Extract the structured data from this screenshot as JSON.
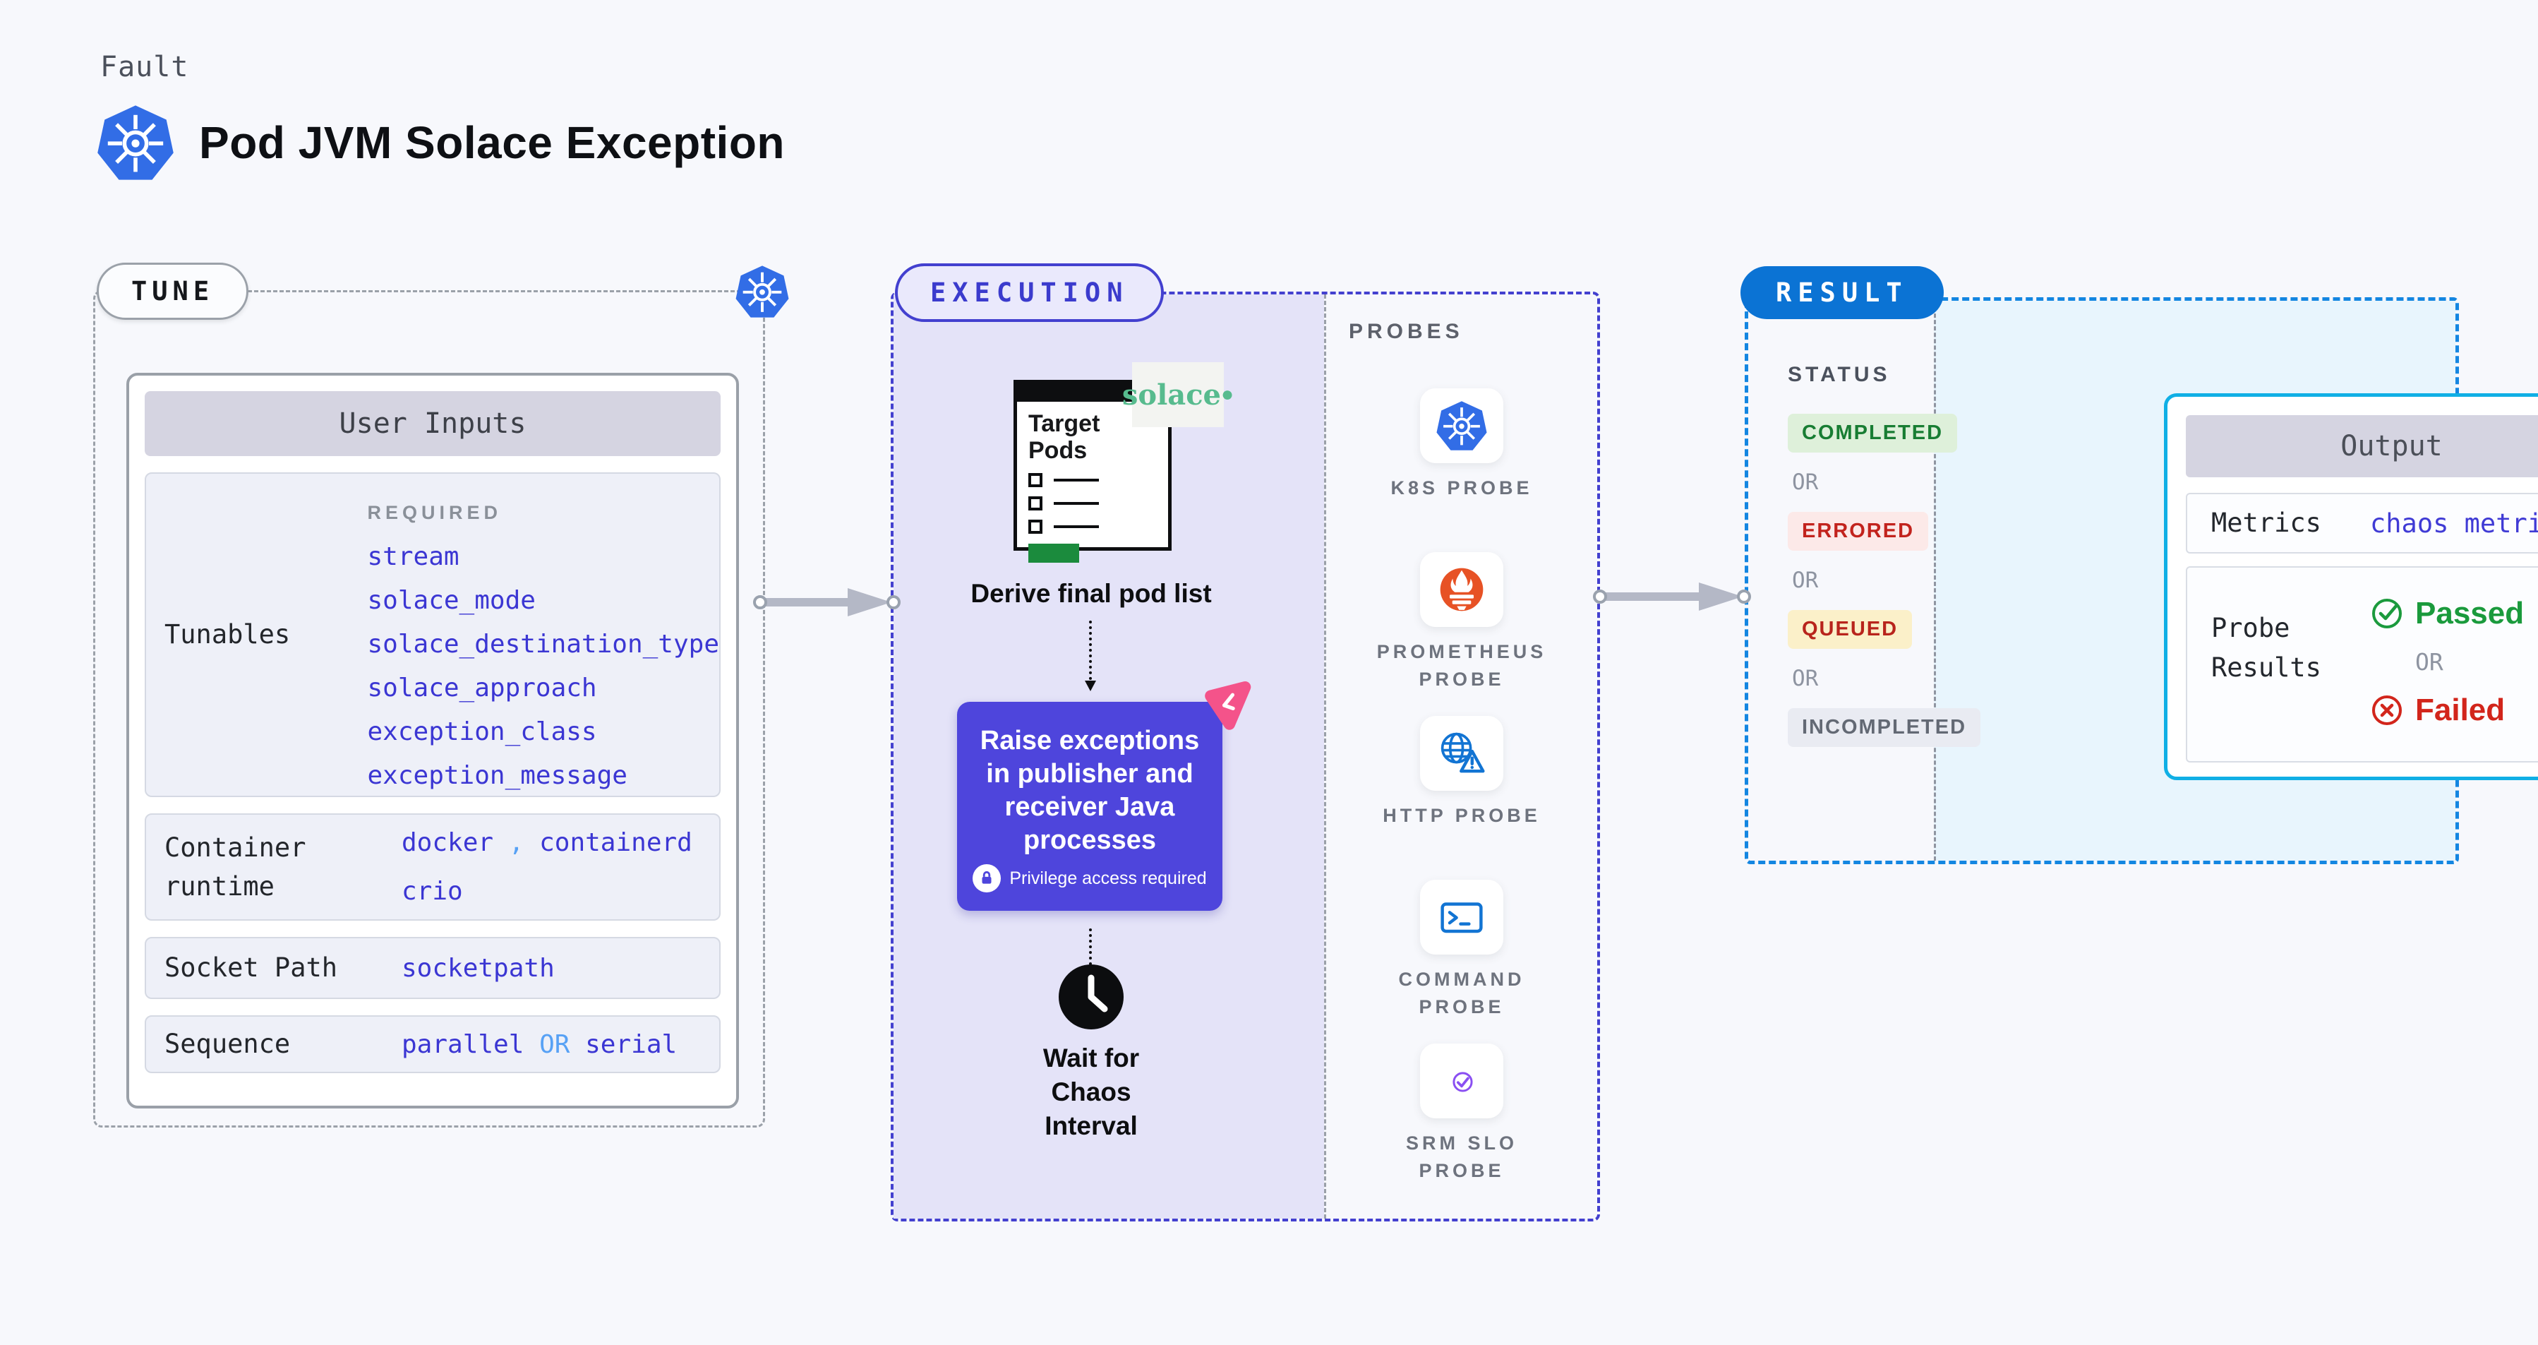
{
  "page": {
    "kicker": "Fault",
    "title": "Pod JVM Solace Exception"
  },
  "colors": {
    "page_bg": "#f7f8fc",
    "indigo_accent": "#4340cf",
    "indigo_value_text": "#3b36d3",
    "light_blue_or": "#57a1f5",
    "lavender_bg": "#e4e3f8",
    "purple_action": "#4e45dc",
    "pink_chaos": "#f4538a",
    "result_blue": "#0b73d4",
    "result_dash_blue": "#1486e1",
    "cyan_border": "#10afe5",
    "cyan_bg": "#e8f5fd",
    "green_passed": "#1a9a3c",
    "red_failed": "#d2251b",
    "queued_bg": "#fbf0c9",
    "completed_bg": "#def0da",
    "errored_bg": "#fce9e8",
    "k8s_blue": "#326de6",
    "prometheus_orange": "#e75225",
    "solace_green": "#57bb8e",
    "header_bar_bg": "#d5d4e1"
  },
  "tune": {
    "badge": "TUNE",
    "header": "User Inputs",
    "tunables_label": "Tunables",
    "required_label": "REQUIRED",
    "tunables": [
      "stream",
      "solace_mode",
      "solace_destination_type",
      "solace_approach",
      "exception_class",
      "exception_message"
    ],
    "runtime_label": "Container runtime",
    "runtime": {
      "v1": "docker",
      "comma": ",",
      "v2": "containerd",
      "v3": "crio"
    },
    "socket_label": "Socket Path",
    "socket_value": "socketpath",
    "sequence_label": "Sequence",
    "sequence": {
      "v1": "parallel",
      "or": "OR",
      "v2": "serial"
    }
  },
  "execution": {
    "badge": "EXECUTION",
    "window_title": "Target Pods",
    "solace_logo": "solace",
    "solace_dot": "●",
    "derive_caption": "Derive final pod list",
    "action_text": "Raise exceptions in publisher and receiver Java processes",
    "privilege_note": "Privilege access required",
    "wait_caption": "Wait for Chaos Interval"
  },
  "probes": {
    "title": "PROBES",
    "items": [
      {
        "label": "K8S PROBE",
        "icon": "kubernetes-icon"
      },
      {
        "label": "PROMETHEUS PROBE",
        "icon": "prometheus-icon"
      },
      {
        "label": "HTTP PROBE",
        "icon": "http-globe-warning-icon"
      },
      {
        "label": "COMMAND PROBE",
        "icon": "terminal-icon"
      },
      {
        "label": "SRM SLO PROBE",
        "icon": "slo-donut-check-icon"
      }
    ]
  },
  "result": {
    "badge": "RESULT",
    "status_title": "STATUS",
    "status_completed": "COMPLETED",
    "status_errored": "ERRORED",
    "status_queued": "QUEUED",
    "status_incompleted": "INCOMPLETED",
    "or_label": "OR",
    "output_header": "Output",
    "metrics_label": "Metrics",
    "metrics_value": "chaos metrics",
    "probe_results_label": "Probe Results",
    "passed_label": "Passed",
    "failed_label": "Failed"
  }
}
